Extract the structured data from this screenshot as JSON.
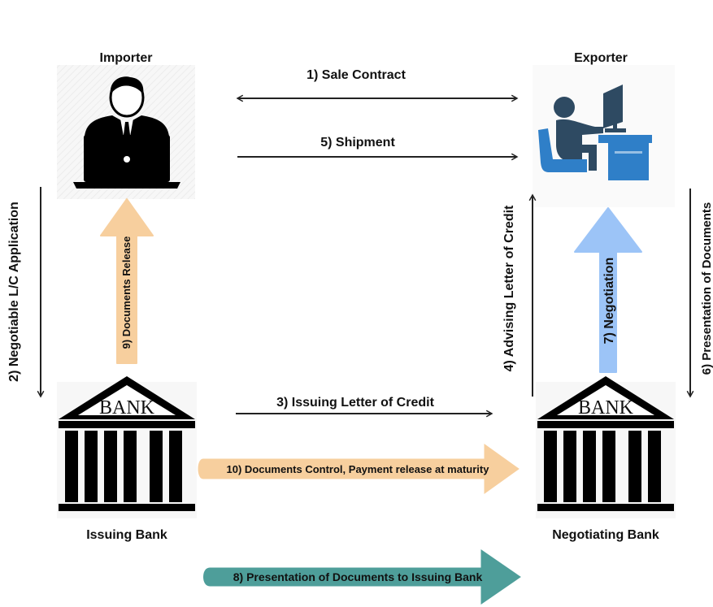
{
  "parties": {
    "importer": "Importer",
    "exporter": "Exporter",
    "issuing_bank": "Issuing Bank",
    "negotiating_bank": "Negotiating Bank"
  },
  "bank_sign": "BANK",
  "steps": {
    "s1": "1) Sale Contract",
    "s2": "2) Negotiable L/C Application",
    "s3": "3) Issuing Letter of Credit",
    "s4": "4) Advising Letter of Credit",
    "s5": "5) Shipment",
    "s6": "6) Presentation of Documents",
    "s7": "7) Negotiation",
    "s8": "8) Presentation of Documents to Issuing Bank",
    "s9": "9) Documents Release",
    "s10": "10) Documents Control, Payment release at maturity"
  },
  "colors": {
    "peach": "#F7CF9E",
    "light_blue": "#9CC4F7",
    "teal": "#4E9E9A",
    "line": "#222222",
    "exporter_navy": "#2E4A62",
    "exporter_blue": "#2F7FC8"
  },
  "icons": {
    "importer": "person-at-laptop-icon",
    "exporter": "person-at-computer-desk-icon",
    "bank": "bank-building-icon"
  }
}
